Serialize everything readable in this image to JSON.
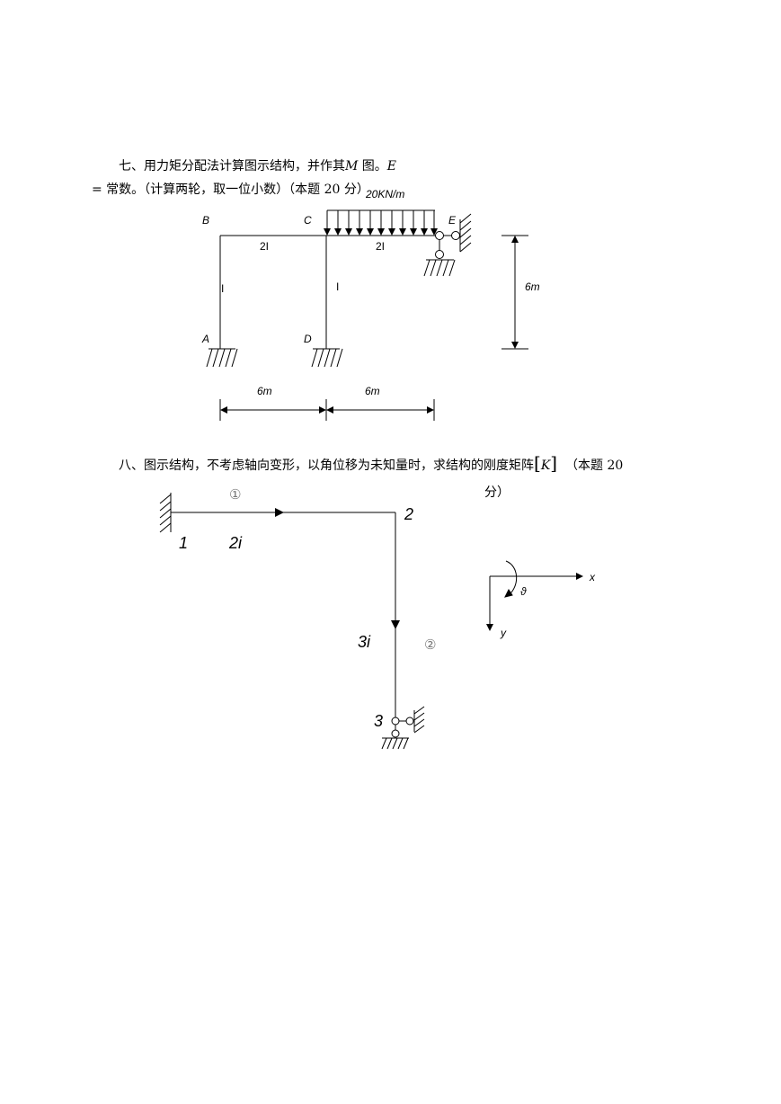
{
  "question7": {
    "text_part1": "七、用力矩分配法计算图示结构，并作其",
    "symbol_M": "M",
    "text_part2": " 图。",
    "symbol_E": "E",
    "text_part3": " = 常数。（计算两轮，取一位小数）（本题 20 分）",
    "load_label": "20KN/m",
    "nodes": {
      "A": "A",
      "B": "B",
      "C": "C",
      "D": "D",
      "E": "E"
    },
    "stiffness": {
      "BC": "2I",
      "CE": "2I",
      "AB": "I",
      "CD": "I"
    },
    "dimensions": {
      "height": "6m",
      "span1": "6m",
      "span2": "6m"
    }
  },
  "question8": {
    "text_part1": "八、图示结构，不考虑轴向变形，以角位移为未知量时，求结构的刚度矩阵",
    "matrix_symbol": "K",
    "text_part2": "（本题 20",
    "text_tail": "分）",
    "nodes": {
      "n1": "1",
      "n2": "2",
      "n3": "3"
    },
    "members": {
      "m1": "①",
      "m2": "②"
    },
    "stiffness": {
      "m1": "2i",
      "m2": "3i"
    },
    "axes": {
      "x": "x",
      "y": "y",
      "theta": "ϑ"
    }
  }
}
